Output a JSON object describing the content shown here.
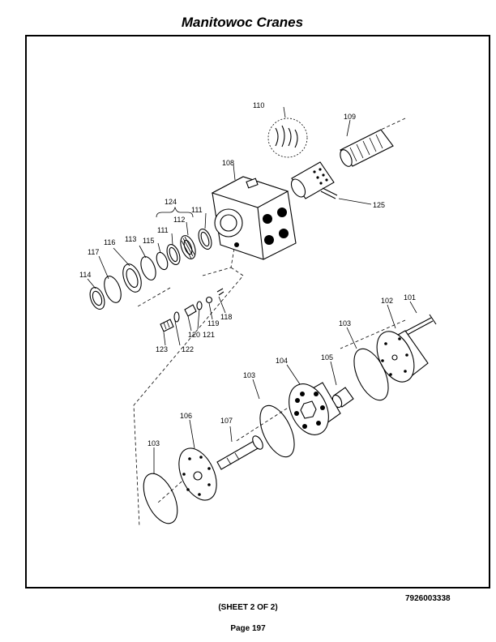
{
  "header": {
    "title": "Manitowoc Cranes"
  },
  "footer": {
    "part_number": "7926003338",
    "sheet": "(SHEET 2 OF 2)",
    "page": "Page 197"
  },
  "diagram": {
    "callouts": {
      "c101": "101",
      "c102": "102",
      "c103a": "103",
      "c103b": "103",
      "c103c": "103",
      "c104": "104",
      "c105": "105",
      "c106": "106",
      "c107": "107",
      "c108": "108",
      "c109": "109",
      "c110": "110",
      "c111a": "111",
      "c111b": "111",
      "c112": "112",
      "c113": "113",
      "c114": "114",
      "c115": "115",
      "c116": "116",
      "c117": "117",
      "c118": "118",
      "c119": "119",
      "c120": "120",
      "c121": "121",
      "c122": "122",
      "c123": "123",
      "c124": "124",
      "c125": "125"
    }
  }
}
